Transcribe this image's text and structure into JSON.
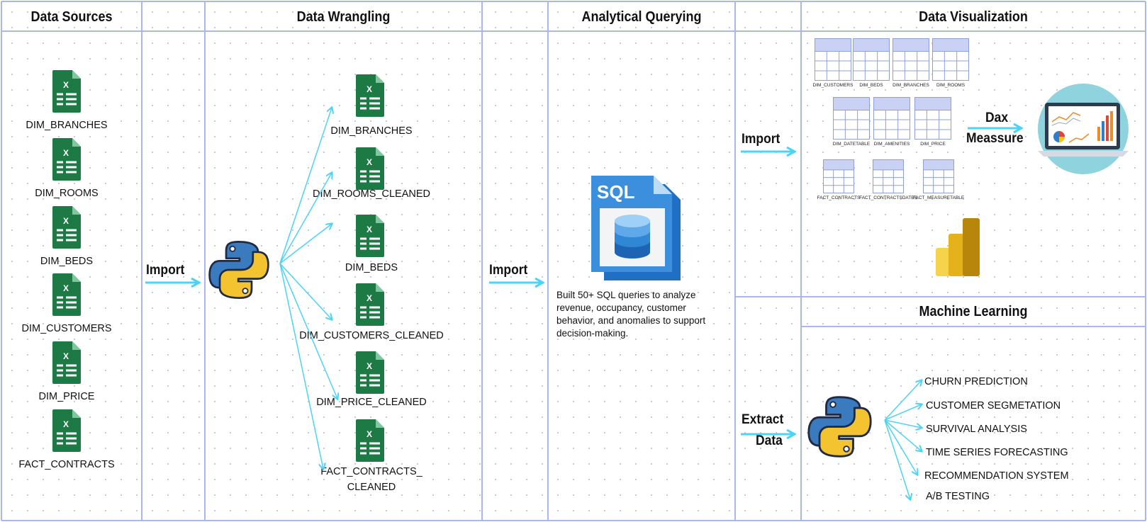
{
  "columns": {
    "data_sources": "Data Sources",
    "data_wrangling": "Data Wrangling",
    "analytical_querying": "Analytical Querying",
    "data_visualization": "Data Visualization",
    "machine_learning": "Machine Learning"
  },
  "data_sources": [
    "DIM_BRANCHES",
    "DIM_ROOMS",
    "DIM_BEDS",
    "DIM_CUSTOMERS",
    "DIM_PRICE",
    "FACT_CONTRACTS"
  ],
  "wrangled": [
    "DIM_BRANCHES",
    "DIM_ROOMS_CLEANED",
    "DIM_BEDS",
    "DIM_CUSTOMERS_CLEANED",
    "DIM_PRICE_CLEANED",
    "FACT_CONTRACTS_",
    "CLEANED"
  ],
  "import_1": "Import",
  "import_2": "Import",
  "import_3": "Import",
  "extract_1": "Extract",
  "extract_2": "Data",
  "sql_badge": "SQL",
  "excel_glyph": "X",
  "sql_description": "Built 50+ SQL queries to analyze revenue, occupancy, customer behavior, and anomalies to support decision-making.",
  "model_tables": [
    "DIM_CUSTOMERS",
    "DIM_BEDS",
    "DIM_BRANCHES",
    "DIM_ROOMS",
    "DIM_DATETABLE",
    "DIM_AMENITIES",
    "DIM_PRICE",
    "FACT_CONTRACTS",
    "FACT_CONTRACTSDATES",
    "FACT_MEASURETABLE"
  ],
  "dax_1": "Dax",
  "dax_2": "Meassure",
  "ml_items": [
    "CHURN PREDICTION",
    "CUSTOMER SEGMETATION",
    "SURVIVAL ANALYSIS",
    "TIME SERIES FORECASTING",
    "RECOMMENDATION SYSTEM",
    "A/B TESTING"
  ],
  "colors": {
    "grid_line": "#a9b7ec",
    "arrow": "#4dd3f5",
    "excel_green": "#1e7a45",
    "sql_blue": "#2f87d6",
    "powerbi_gold": "#f2c811"
  }
}
